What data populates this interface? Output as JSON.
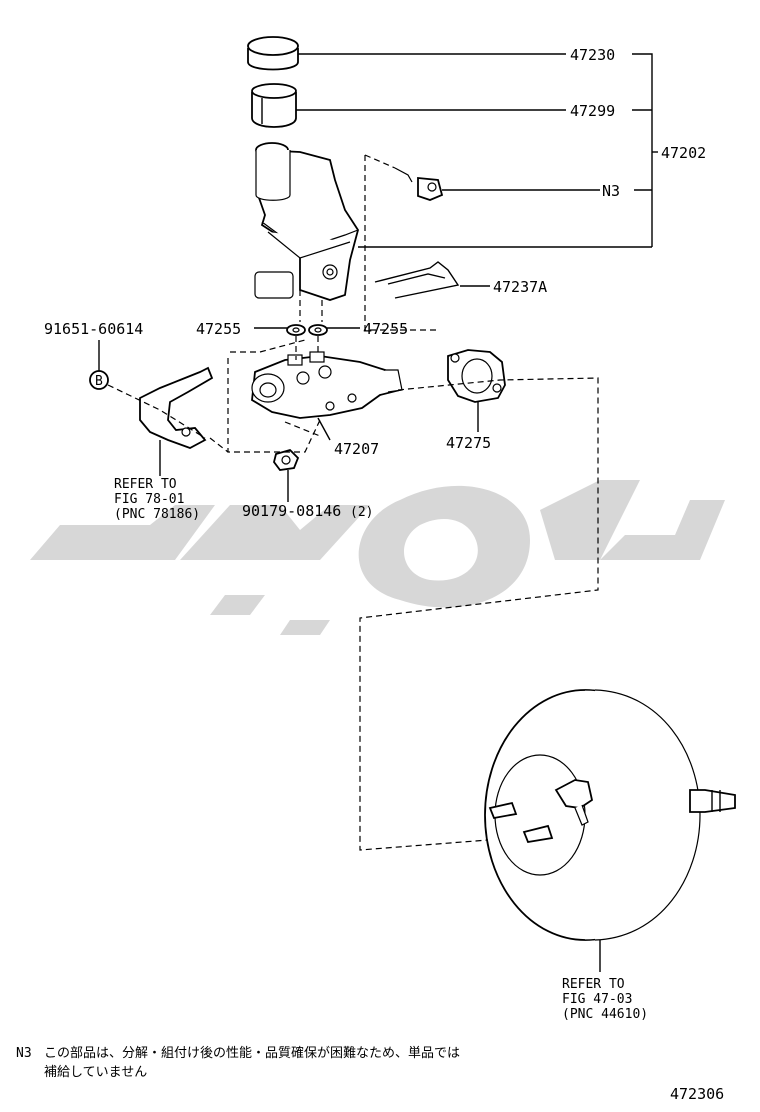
{
  "parts": {
    "p47230": "47230",
    "p47299": "47299",
    "p47202": "47202",
    "n3": "N3",
    "p47237a": "47237A",
    "p47255_left": "47255",
    "p47255_right": "47255",
    "p91651": "91651-60614",
    "p47207": "47207",
    "p47275": "47275",
    "p90179": "90179-08146",
    "p90179_qty": "(2)",
    "bolt_mark": "B"
  },
  "references": {
    "ref1": [
      "REFER TO",
      "FIG 78-01",
      "(PNC 78186)"
    ],
    "ref2": [
      "REFER TO",
      "FIG 47-03",
      "(PNC 44610)"
    ]
  },
  "footnote": {
    "key": "N3",
    "line1": "この部品は、分解・組付け後の性能・品質確保が困難なため、単品では",
    "line2": "補給していません"
  },
  "diagram_number": "472306",
  "colors": {
    "ink": "#000000",
    "watermark": "#d7d7d7",
    "background": "#ffffff"
  }
}
